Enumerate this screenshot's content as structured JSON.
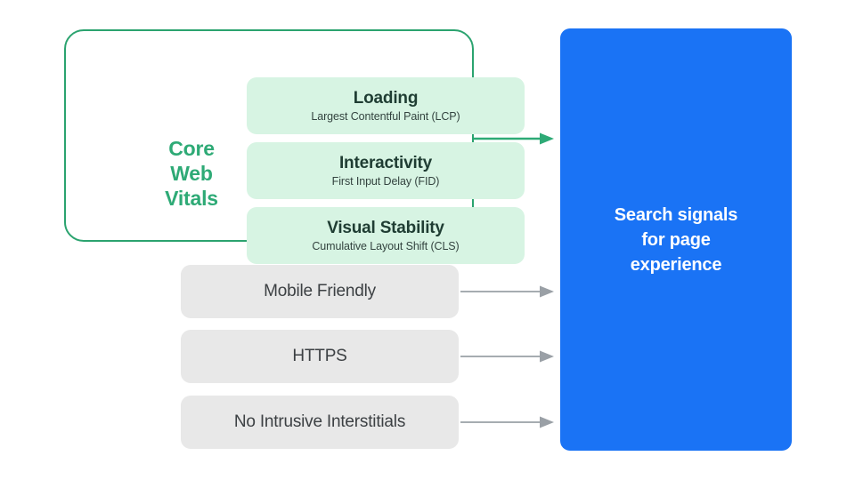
{
  "colors": {
    "green_accent": "#2eaa76",
    "green_border": "#2ba36f",
    "green_card_fill": "#d7f4e3",
    "gray_card_fill": "#e8e8e8",
    "blue_box": "#1a73f5",
    "gray_arrow": "#9aa0a6",
    "dark_text": "#3c4043",
    "white": "#ffffff"
  },
  "core_web_vitals": {
    "group_label": "Core\nWeb\nVitals",
    "metrics": [
      {
        "title": "Loading",
        "subtitle": "Largest Contentful Paint (LCP)"
      },
      {
        "title": "Interactivity",
        "subtitle": "First Input Delay (FID)"
      },
      {
        "title": "Visual Stability",
        "subtitle": "Cumulative Layout Shift (CLS)"
      }
    ]
  },
  "other_signals": [
    {
      "label": "Mobile Friendly"
    },
    {
      "label": "HTTPS"
    },
    {
      "label": "No Intrusive Interstitials"
    }
  ],
  "result": {
    "text": "Search signals\nfor page\nexperience"
  },
  "arrows": [
    {
      "name": "core-web-vitals-arrow",
      "color": "#2eaa76"
    },
    {
      "name": "mobile-friendly-arrow",
      "color": "#9aa0a6"
    },
    {
      "name": "https-arrow",
      "color": "#9aa0a6"
    },
    {
      "name": "no-intrusive-interstitials-arrow",
      "color": "#9aa0a6"
    }
  ]
}
